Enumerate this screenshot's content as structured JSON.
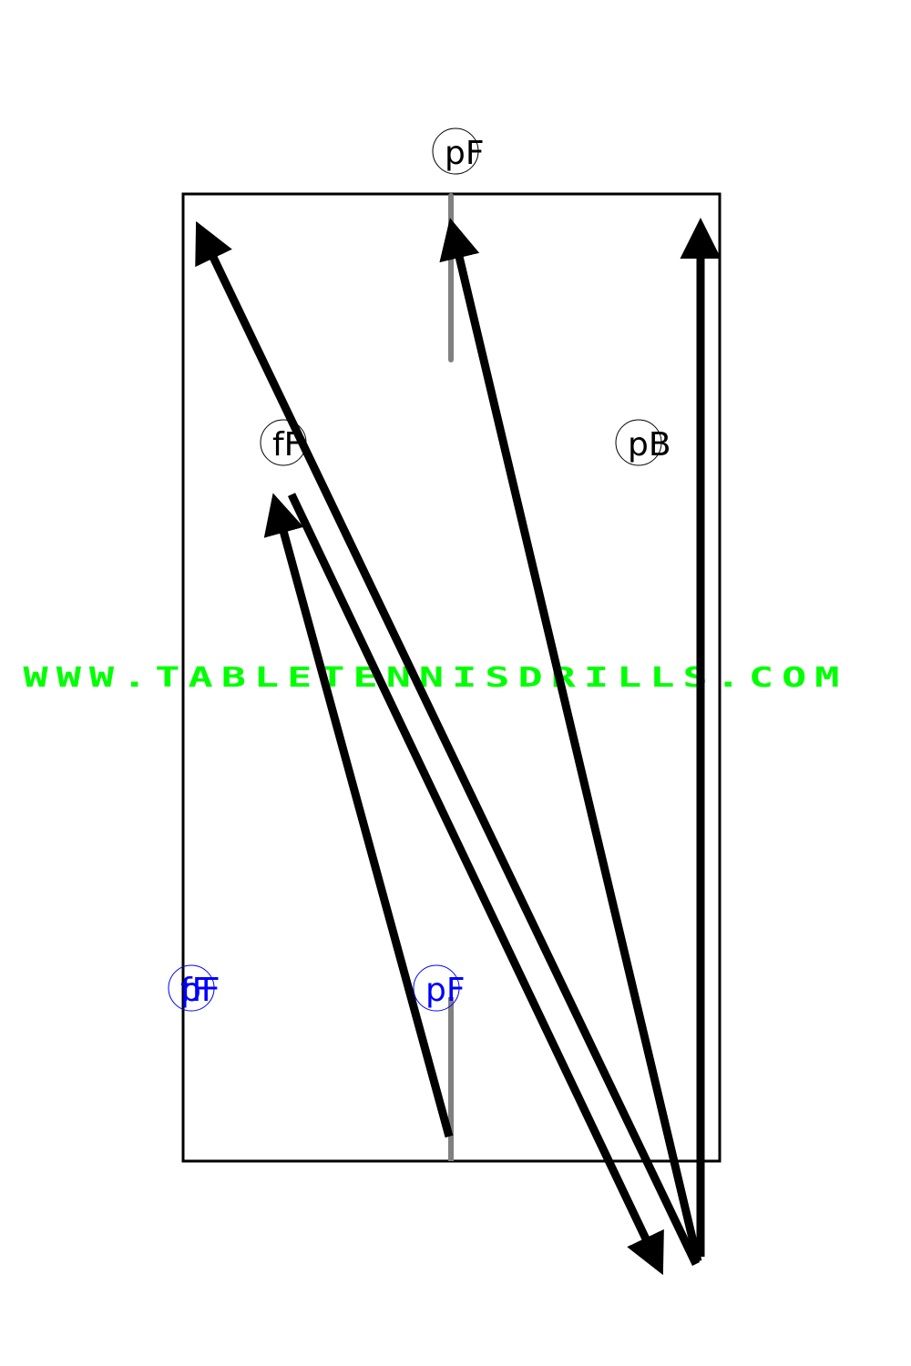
{
  "labels": {
    "top_opp": "pF",
    "mid_left": "fF",
    "mid_right": "pB",
    "player_left_a": "pF",
    "player_left_b": "fF",
    "player_center": "pF"
  },
  "watermark": "WWW.TABLETENNISDRILLS.COM",
  "colors": {
    "stroke": "#000000",
    "center_line": "#808080",
    "player_label": "#0000ff",
    "watermark": "#00ff00"
  }
}
